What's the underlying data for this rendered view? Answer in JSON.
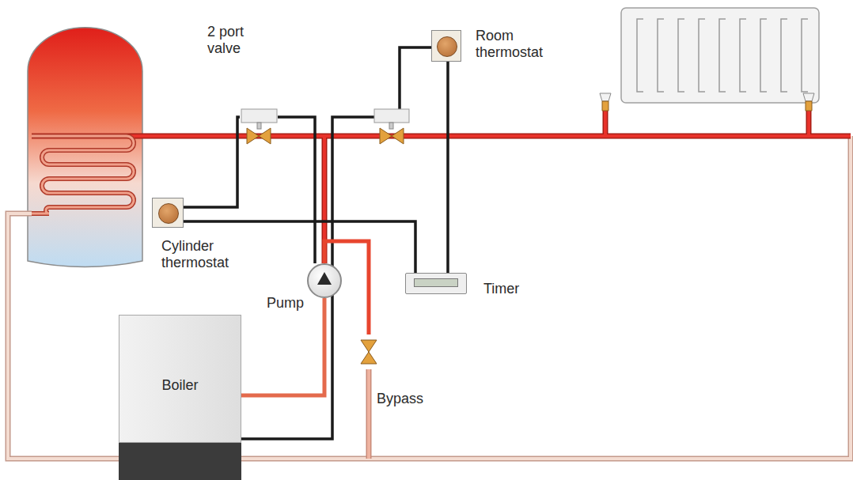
{
  "diagram": {
    "nodes": [
      {
        "text": [
          "2 port valve"
        ]
      },
      {
        "text": [
          "Room thermostat"
        ]
      },
      {
        "text": [
          "Cylinder thermostat"
        ]
      },
      {
        "text": [
          "Pump"
        ]
      },
      {
        "text": [
          "Timer"
        ]
      },
      {
        "text": [
          "Boiler"
        ]
      },
      {
        "text": [
          "Bypass"
        ]
      }
    ],
    "edges": [
      {
        "from": 2,
        "to": 0,
        "arrow": "none"
      },
      {
        "from": 2,
        "to": 4,
        "arrow": "none"
      },
      {
        "from": 1,
        "to": 4,
        "arrow": "none"
      },
      {
        "from": 0,
        "to": 3,
        "arrow": "none"
      },
      {
        "from": 5,
        "to": 3,
        "arrow": "none"
      },
      {
        "from": 3,
        "to": 6,
        "arrow": "none"
      }
    ]
  }
}
